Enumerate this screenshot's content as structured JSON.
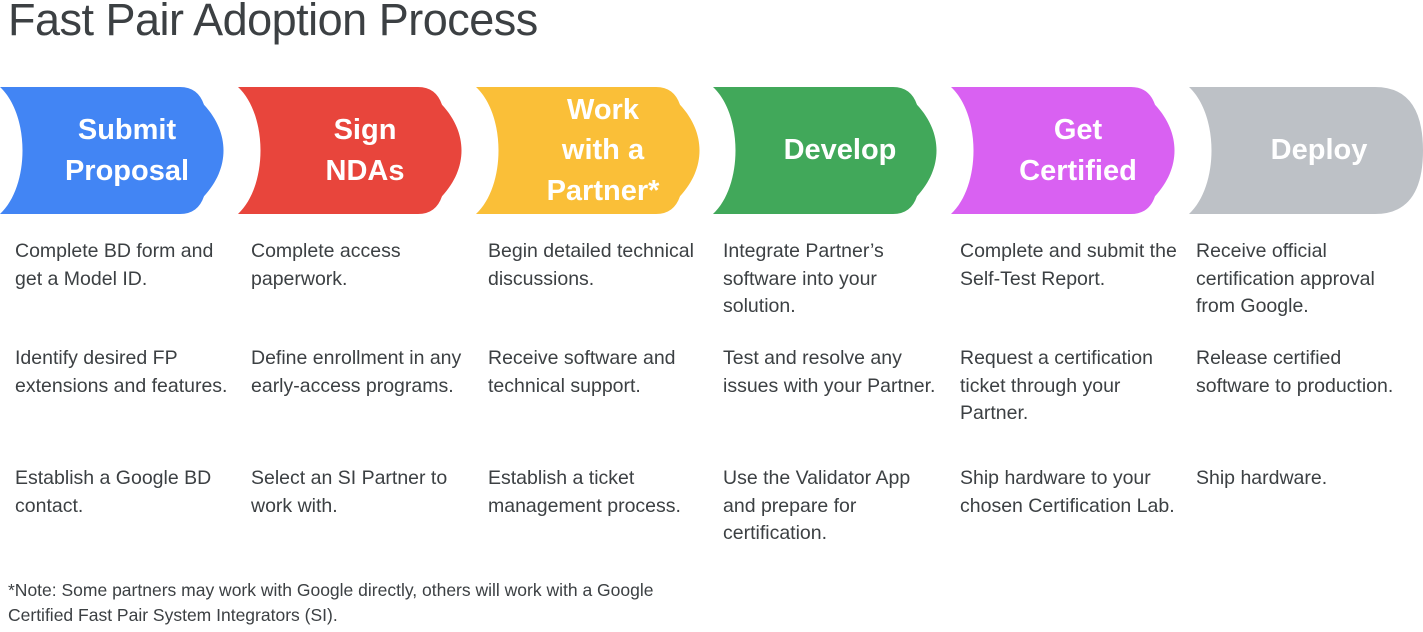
{
  "title": "Fast Pair Adoption Process",
  "colors": {
    "blue": "#4285F4",
    "red": "#E8453C",
    "yellow": "#FABF38",
    "green": "#41A85A",
    "magenta": "#D961F2",
    "gray": "#BDC1C6",
    "text": "#3c4043",
    "banner_label": "#ffffff"
  },
  "stages": [
    {
      "label": "Submit\nProposal",
      "color": "#4285F4",
      "steps": [
        "Complete BD form and get a Model ID.",
        "Identify desired FP extensions and features.",
        "Establish a Google BD contact."
      ]
    },
    {
      "label": "Sign\nNDAs",
      "color": "#E8453C",
      "steps": [
        "Complete access paperwork.",
        "Define enrollment in any early-access programs.",
        "Select an SI Partner to work with."
      ]
    },
    {
      "label": "Work\nwith a\nPartner*",
      "color": "#FABF38",
      "steps": [
        "Begin detailed technical discussions.",
        "Receive software and technical support.",
        "Establish a ticket management process."
      ]
    },
    {
      "label": "Develop",
      "color": "#41A85A",
      "steps": [
        "Integrate Partner’s software into your solution.",
        "Test and resolve any issues with your Partner.",
        "Use the Validator App and prepare for certification."
      ]
    },
    {
      "label": "Get\nCertified",
      "color": "#D961F2",
      "steps": [
        "Complete and submit the Self-Test Report.",
        "Request a certification ticket through your Partner.",
        "Ship hardware to your chosen Certification Lab."
      ]
    },
    {
      "label": "Deploy",
      "color": "#BDC1C6",
      "steps": [
        "Receive official certification approval from Google.",
        "Release certified software to production.",
        "Ship hardware."
      ]
    }
  ],
  "footnote": "*Note: Some partners may work with Google directly, others will work with a Google Certified Fast Pair System Integrators (SI)."
}
